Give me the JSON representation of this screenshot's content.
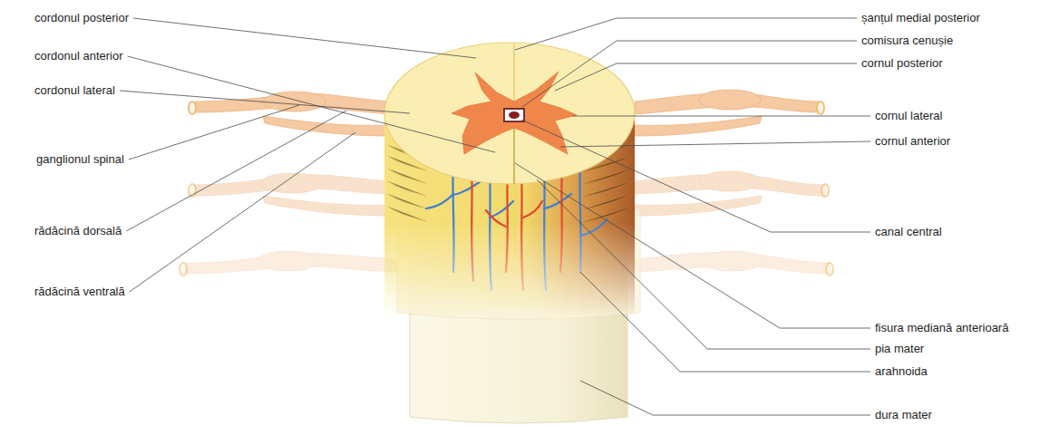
{
  "diagram": {
    "labels": [
      "cordonul posterior",
      "cordonul anterior",
      "cordonul lateral",
      "ganglionul spinal",
      "rădăcină dorsală",
      "rădăcină ventrală",
      "șanțul medial posterior",
      "comisura cenușie",
      "cornul posterior",
      "cornul lateral",
      "cornul anterior",
      "canal central",
      "fisura mediană anterioară",
      "pia mater",
      "arahnoida",
      "dura mater"
    ]
  }
}
